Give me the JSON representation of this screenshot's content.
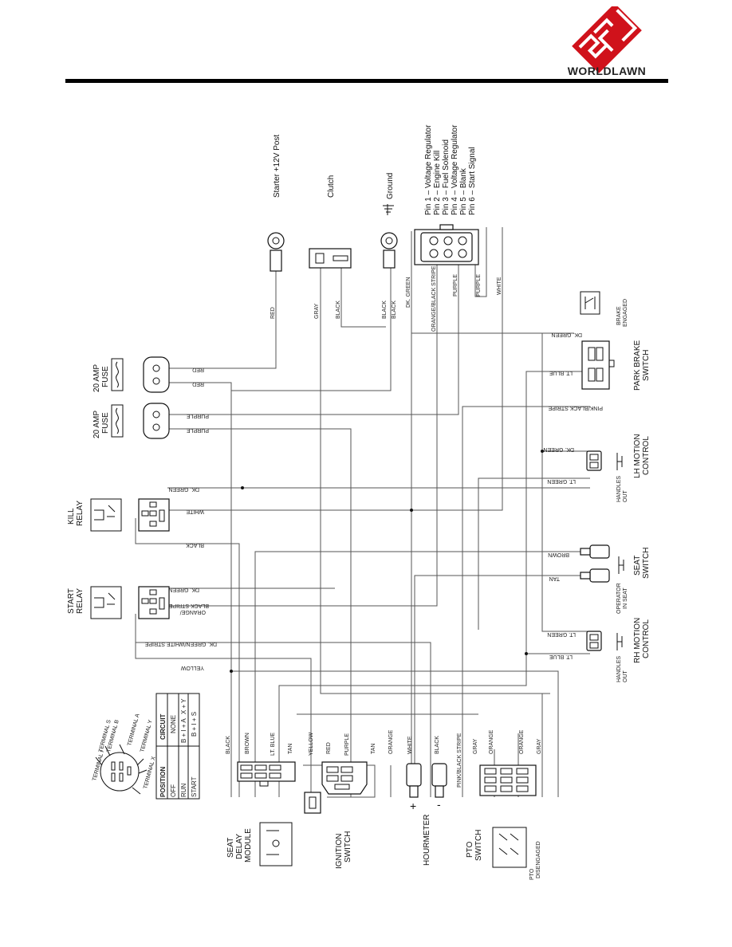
{
  "brand": {
    "name": "WORLDLAWN",
    "colors": {
      "logo_red": "#d0121b",
      "text_dark": "#222222"
    }
  },
  "labels": {
    "starter": "Starter +12V Post",
    "clutch": "Clutch",
    "ground": "Ground",
    "fuse1": [
      "20 AMP",
      "FUSE"
    ],
    "fuse2": [
      "20 AMP",
      "FUSE"
    ],
    "kill_relay": [
      "KILL",
      "RELAY"
    ],
    "start_relay": [
      "START",
      "RELAY"
    ],
    "park_brake": [
      "PARK BRAKE",
      "SWITCH"
    ],
    "brake_engaged": [
      "BRAKE",
      "ENGAGED"
    ],
    "lh_motion": [
      "LH MOTION",
      "CONTROL"
    ],
    "rh_motion": [
      "RH MOTION",
      "CONTROL"
    ],
    "handles_out_1": [
      "HANDLES",
      "OUT"
    ],
    "handles_out_2": [
      "HANDLES",
      "OUT"
    ],
    "seat_switch": [
      "SEAT",
      "SWITCH"
    ],
    "operator_in_seat": [
      "OPERATOR",
      "IN SEAT"
    ],
    "seat_delay": [
      "SEAT",
      "DELAY",
      "MODULE"
    ],
    "ignition": [
      "IGNITION",
      "SWITCH"
    ],
    "hourmeter": "HOURMETER",
    "plus": "+",
    "minus": "-",
    "pto": [
      "PTO",
      "SWITCH"
    ],
    "pto_disengaged": [
      "PTO",
      "DISENGAGED"
    ],
    "terminal_i": "TERMINAL I",
    "terminal_s": "TERMINAL S",
    "terminal_b": "TERMINAL B",
    "terminal_a": "TERMINAL A",
    "terminal_y": "TERMINAL Y",
    "terminal_x": "TERMINAL X"
  },
  "pins": [
    "Pin 1 – Voltage Regulator",
    "Pin 2 – Engine Kill",
    "Pin 3 – Fuel Solenoid",
    "Pin 4 – Voltage Regulator",
    "Pin 5 – Blank",
    "Pin 6 – Start Signal"
  ],
  "truth_table": {
    "headers": [
      "POSITION",
      "CIRCUIT"
    ],
    "rows": [
      [
        "OFF",
        "NONE"
      ],
      [
        "RUN",
        "B + I + A",
        "X + Y"
      ],
      [
        "START",
        "B + I + S"
      ]
    ]
  },
  "wires": {
    "red": "RED",
    "gray": "GRAY",
    "black": "BLACK",
    "dk_green": "DK. GREEN",
    "orange_black": "ORANGE/BLACK STRIPE",
    "purple": "PURPLE",
    "white": "WHITE",
    "lt_blue": "LT. BLUE",
    "pink_black": "PINK/BLACK STRIPE",
    "lt_green": "LT. GREEN",
    "brown": "BROWN",
    "tan": "TAN",
    "yellow": "YELLOW",
    "dk_green_white": "DK. GREEN/WHITE STRIPE",
    "orange_slash": "ORANGE/",
    "black_stripe": "BLACK STRIPE",
    "orange": "ORANGE"
  }
}
